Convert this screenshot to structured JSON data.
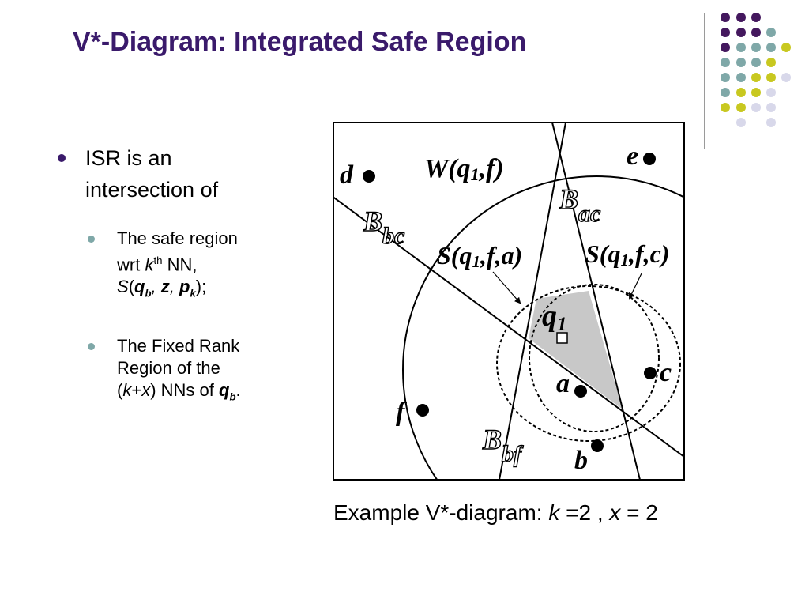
{
  "slide": {
    "title": "V*-Diagram: Integrated Safe Region",
    "colors": {
      "title": "#3a1a6b",
      "purple": "#44185e",
      "teal": "#7fa8a8",
      "olive": "#c8c820",
      "lavender": "#d8d8ea",
      "region": "#c8c8c8"
    }
  },
  "bullets": {
    "main": {
      "line1": "ISR is an",
      "line2": "intersection of"
    },
    "sub1": {
      "line1": "The safe region",
      "line2_a": "wrt ",
      "line2_k": "k",
      "line2_sup": "th",
      "line2_b": " NN,",
      "line3_S": "S",
      "line3_open": "(",
      "line3_q": "q",
      "line3_b": "b",
      "line3_c1": ", ",
      "line3_z": "z",
      "line3_c2": ", ",
      "line3_p": "p",
      "line3_k": "k",
      "line3_close": ");"
    },
    "sub2": {
      "line1": "The Fixed Rank",
      "line2": "Region of the",
      "line3_open": "(",
      "line3_k": "k",
      "line3_plus": "+",
      "line3_x": "x",
      "line3_mid": ") NNs of ",
      "line3_q": "q",
      "line3_b": "b",
      "line3_end": "."
    }
  },
  "diagram": {
    "points": {
      "d": "d",
      "e": "e",
      "a": "a",
      "b": "b",
      "c": "c",
      "f": "f"
    },
    "W_label": {
      "pre": "W(q",
      "sub": "1",
      "post": ",f)"
    },
    "Bac_label": {
      "B": "B",
      "sub": "ac"
    },
    "Bbc_label": {
      "B": "B",
      "sub": "bc"
    },
    "Bbf_label": {
      "B": "B",
      "sub": "bf"
    },
    "Sa_label": {
      "pre": "S(q",
      "sub": "1",
      "post": ",f,a)"
    },
    "Sc_label": {
      "pre": "S(q",
      "sub": "1",
      "post": ",f,c)"
    },
    "q1_label": {
      "q": "q",
      "sub": "1"
    }
  },
  "caption": {
    "pre": "Example V*-diagram: ",
    "k": "k",
    "mid": " =2 , ",
    "x": "x",
    "post": " = 2"
  }
}
